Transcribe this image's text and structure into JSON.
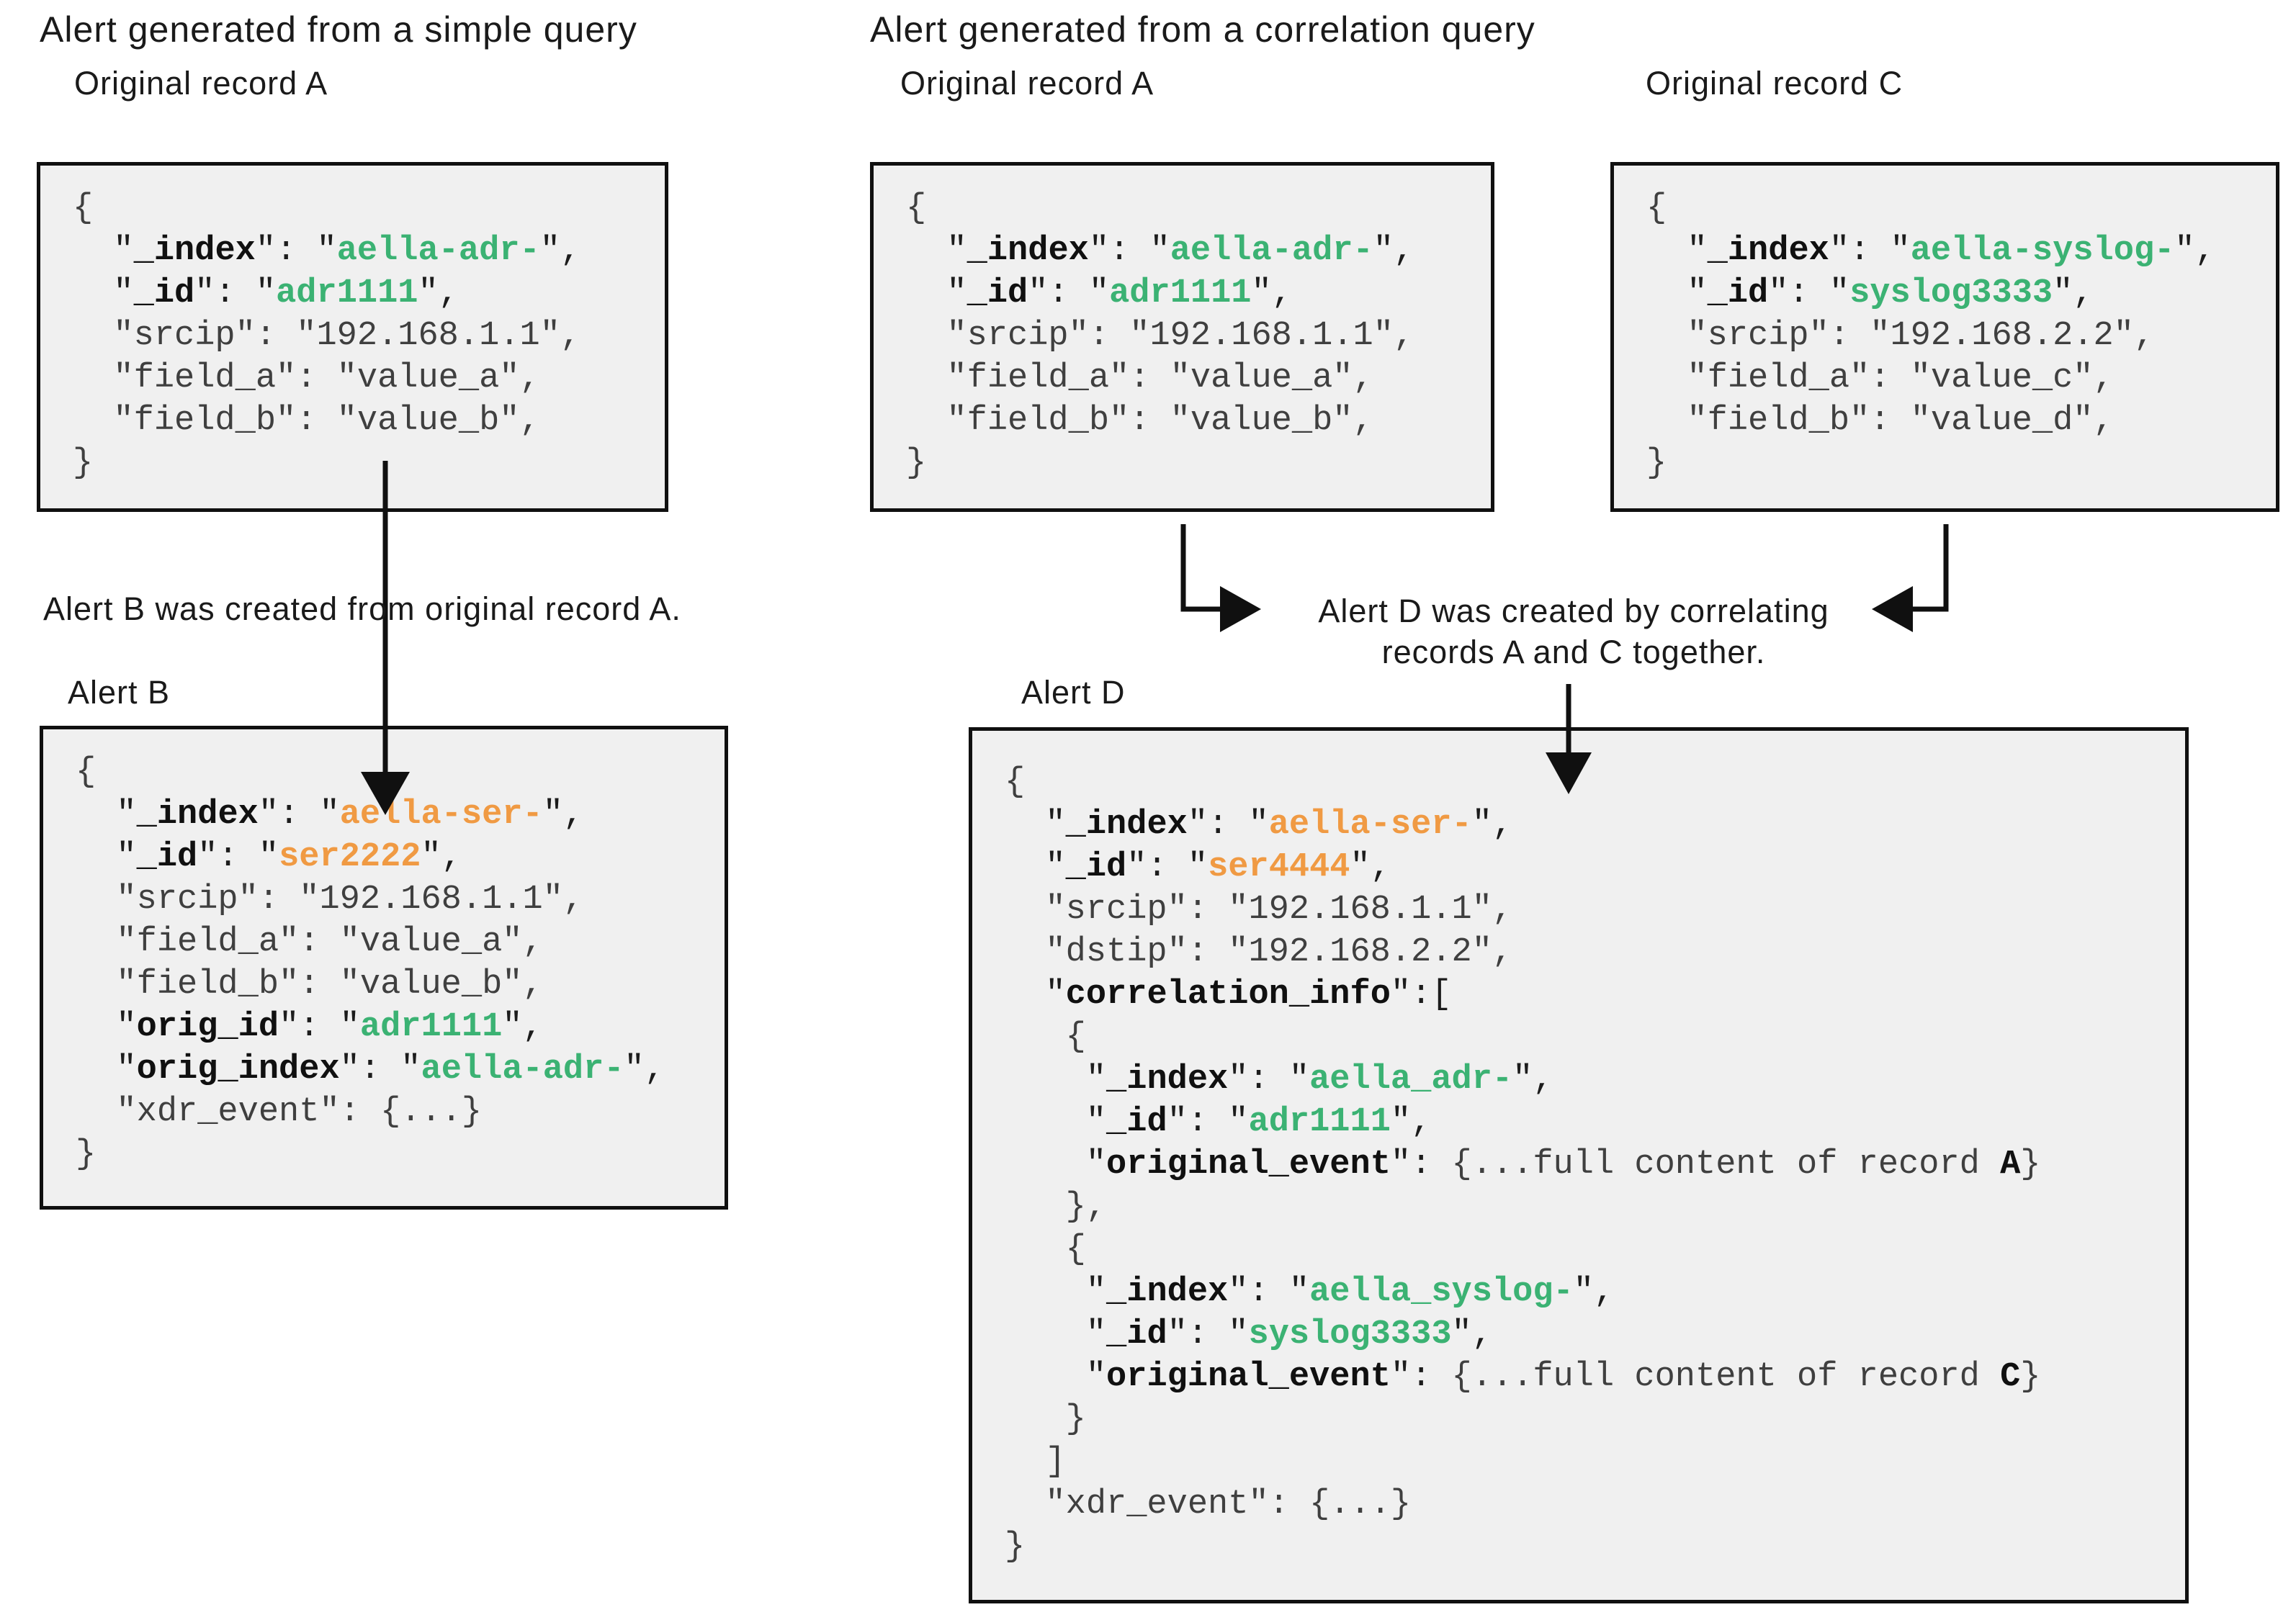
{
  "left_section": {
    "title": "Alert generated from a simple query",
    "record_a_label": "Original record A",
    "alert_b_label": "Alert B",
    "arrow_caption": "Alert B was created from original record A."
  },
  "right_section": {
    "title": "Alert generated from a correlation query",
    "record_a_label": "Original record A",
    "record_c_label": "Original record C",
    "alert_d_label": "Alert D",
    "arrow_caption_line1": "Alert D was created by correlating",
    "arrow_caption_line2": "records A and C together."
  },
  "colors": {
    "highlight_green": "#3bb273",
    "highlight_orange": "#f09a43",
    "box_background": "#f0f0f0",
    "box_border": "#101010",
    "plain_code": "#3f3f3f"
  },
  "code_blocks": {
    "record_a": {
      "lines": [
        [
          [
            "p",
            "{"
          ]
        ],
        [
          [
            "q",
            "  \""
          ],
          [
            "k",
            "_index"
          ],
          [
            "q",
            "\": \""
          ],
          [
            "g",
            "aella-adr-"
          ],
          [
            "q",
            "\","
          ]
        ],
        [
          [
            "q",
            "  \""
          ],
          [
            "k",
            "_id"
          ],
          [
            "q",
            "\": \""
          ],
          [
            "g",
            "adr1111"
          ],
          [
            "q",
            "\","
          ]
        ],
        [
          [
            "p",
            "  \"srcip\": \"192.168.1.1\","
          ]
        ],
        [
          [
            "p",
            "  \"field_a\": \"value_a\","
          ]
        ],
        [
          [
            "p",
            "  \"field_b\": \"value_b\","
          ]
        ],
        [
          [
            "p",
            "}"
          ]
        ]
      ]
    },
    "record_c": {
      "lines": [
        [
          [
            "p",
            "{"
          ]
        ],
        [
          [
            "q",
            "  \""
          ],
          [
            "k",
            "_index"
          ],
          [
            "q",
            "\": \""
          ],
          [
            "g",
            "aella-syslog-"
          ],
          [
            "q",
            "\","
          ]
        ],
        [
          [
            "q",
            "  \""
          ],
          [
            "k",
            "_id"
          ],
          [
            "q",
            "\": \""
          ],
          [
            "g",
            "syslog3333"
          ],
          [
            "q",
            "\","
          ]
        ],
        [
          [
            "p",
            "  \"srcip\": \"192.168.2.2\","
          ]
        ],
        [
          [
            "p",
            "  \"field_a\": \"value_c\","
          ]
        ],
        [
          [
            "p",
            "  \"field_b\": \"value_d\","
          ]
        ],
        [
          [
            "p",
            "}"
          ]
        ]
      ]
    },
    "alert_b": {
      "lines": [
        [
          [
            "p",
            "{"
          ]
        ],
        [
          [
            "q",
            "  \""
          ],
          [
            "k",
            "_index"
          ],
          [
            "q",
            "\": \""
          ],
          [
            "o",
            "aella-ser-"
          ],
          [
            "q",
            "\","
          ]
        ],
        [
          [
            "q",
            "  \""
          ],
          [
            "k",
            "_id"
          ],
          [
            "q",
            "\": \""
          ],
          [
            "o",
            "ser2222"
          ],
          [
            "q",
            "\","
          ]
        ],
        [
          [
            "p",
            "  \"srcip\": \"192.168.1.1\","
          ]
        ],
        [
          [
            "p",
            "  \"field_a\": \"value_a\","
          ]
        ],
        [
          [
            "p",
            "  \"field_b\": \"value_b\","
          ]
        ],
        [
          [
            "q",
            "  \""
          ],
          [
            "k",
            "orig_id"
          ],
          [
            "q",
            "\": \""
          ],
          [
            "g",
            "adr1111"
          ],
          [
            "q",
            "\","
          ]
        ],
        [
          [
            "q",
            "  \""
          ],
          [
            "k",
            "orig_index"
          ],
          [
            "q",
            "\": \""
          ],
          [
            "g",
            "aella-adr-"
          ],
          [
            "q",
            "\","
          ]
        ],
        [
          [
            "p",
            "  \"xdr_event\": {...}"
          ]
        ],
        [
          [
            "p",
            "}"
          ]
        ]
      ]
    },
    "alert_d": {
      "lines": [
        [
          [
            "p",
            "{"
          ]
        ],
        [
          [
            "q",
            "  \""
          ],
          [
            "k",
            "_index"
          ],
          [
            "q",
            "\": \""
          ],
          [
            "o",
            "aella-ser-"
          ],
          [
            "q",
            "\","
          ]
        ],
        [
          [
            "q",
            "  \""
          ],
          [
            "k",
            "_id"
          ],
          [
            "q",
            "\": \""
          ],
          [
            "o",
            "ser4444"
          ],
          [
            "q",
            "\","
          ]
        ],
        [
          [
            "p",
            "  \"srcip\": \"192.168.1.1\","
          ]
        ],
        [
          [
            "p",
            "  \"dstip\": \"192.168.2.2\","
          ]
        ],
        [
          [
            "q",
            "  \""
          ],
          [
            "k",
            "correlation_info"
          ],
          [
            "q",
            "\":["
          ]
        ],
        [
          [
            "p",
            "   {"
          ]
        ],
        [
          [
            "q",
            "    \""
          ],
          [
            "k",
            "_index"
          ],
          [
            "q",
            "\": \""
          ],
          [
            "g",
            "aella_adr-"
          ],
          [
            "q",
            "\","
          ]
        ],
        [
          [
            "q",
            "    \""
          ],
          [
            "k",
            "_id"
          ],
          [
            "q",
            "\": \""
          ],
          [
            "g",
            "adr1111"
          ],
          [
            "q",
            "\","
          ]
        ],
        [
          [
            "q",
            "    \""
          ],
          [
            "k",
            "original_event"
          ],
          [
            "q",
            "\": "
          ],
          [
            "p",
            "{...full content of record "
          ],
          [
            "b",
            "A"
          ],
          [
            "p",
            "}"
          ]
        ],
        [
          [
            "p",
            "   },"
          ]
        ],
        [
          [
            "p",
            "   {"
          ]
        ],
        [
          [
            "q",
            "    \""
          ],
          [
            "k",
            "_index"
          ],
          [
            "q",
            "\": \""
          ],
          [
            "g",
            "aella_syslog-"
          ],
          [
            "q",
            "\","
          ]
        ],
        [
          [
            "q",
            "    \""
          ],
          [
            "k",
            "_id"
          ],
          [
            "q",
            "\": \""
          ],
          [
            "g",
            "syslog3333"
          ],
          [
            "q",
            "\","
          ]
        ],
        [
          [
            "q",
            "    \""
          ],
          [
            "k",
            "original_event"
          ],
          [
            "q",
            "\": "
          ],
          [
            "p",
            "{...full content of record "
          ],
          [
            "b",
            "C"
          ],
          [
            "p",
            "}"
          ]
        ],
        [
          [
            "p",
            "   }"
          ]
        ],
        [
          [
            "p",
            "  ]"
          ]
        ],
        [
          [
            "p",
            "  \"xdr_event\": {...}"
          ]
        ],
        [
          [
            "p",
            "}"
          ]
        ]
      ]
    }
  }
}
